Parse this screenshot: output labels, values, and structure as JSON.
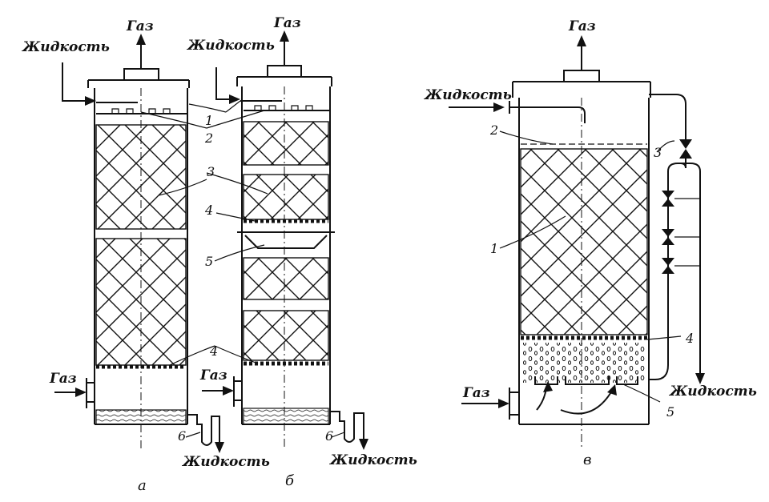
{
  "labels": {
    "gas": "Газ",
    "liquid": "Жидкость"
  },
  "numbers": {
    "n1": "1",
    "n2": "2",
    "n3": "3",
    "n4": "4",
    "n5": "5",
    "n6": "6"
  },
  "captions": {
    "a": "а",
    "b": "б",
    "c": "в"
  },
  "colors": {
    "ink": "#111111",
    "paper": "#ffffff"
  }
}
